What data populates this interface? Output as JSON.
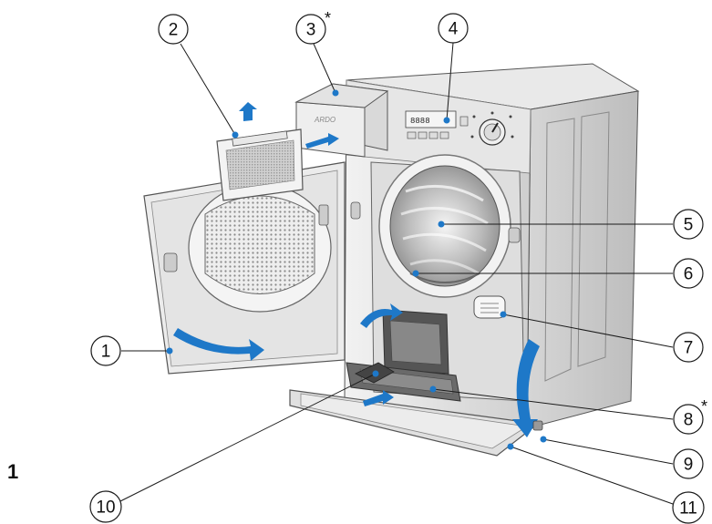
{
  "figure": {
    "label": "1"
  },
  "brand": "ARDO",
  "display": {
    "readout": "8888"
  },
  "colors": {
    "accent": "#1e78c8",
    "body": "#e2e2e2",
    "outline": "#555555"
  },
  "callouts": [
    {
      "id": "1",
      "number": "1",
      "starred": false
    },
    {
      "id": "2",
      "number": "2",
      "starred": false
    },
    {
      "id": "3",
      "number": "3",
      "starred": true,
      "mark": "*"
    },
    {
      "id": "4",
      "number": "4",
      "starred": false
    },
    {
      "id": "5",
      "number": "5",
      "starred": false
    },
    {
      "id": "6",
      "number": "6",
      "starred": false
    },
    {
      "id": "7",
      "number": "7",
      "starred": false
    },
    {
      "id": "8",
      "number": "8",
      "starred": true,
      "mark": "*"
    },
    {
      "id": "9",
      "number": "9",
      "starred": false
    },
    {
      "id": "10",
      "number": "10",
      "starred": false
    },
    {
      "id": "11",
      "number": "11",
      "starred": false
    }
  ]
}
